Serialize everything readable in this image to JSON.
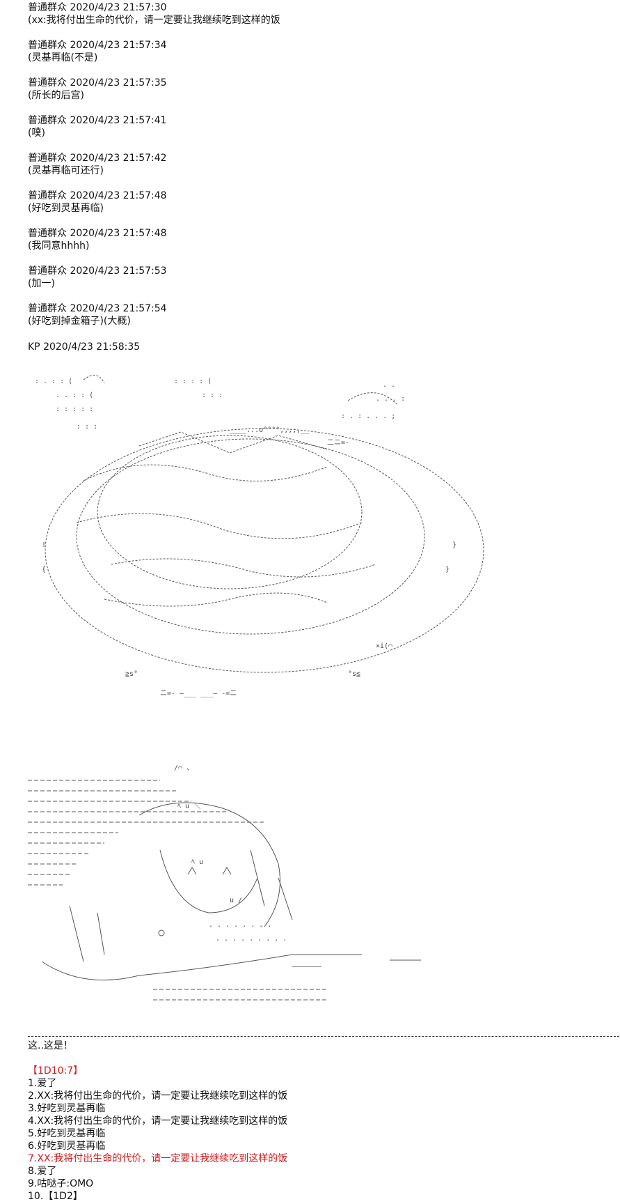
{
  "messages": [
    {
      "header": "普通群众 2020/4/23 21:57:30",
      "body": "(xx:我将付出生命的代价，请一定要让我继续吃到这样的饭"
    },
    {
      "header": "普通群众 2020/4/23 21:57:34",
      "body": "(灵基再临(不是)"
    },
    {
      "header": "普通群众 2020/4/23 21:57:35",
      "body": "(所长的后宫)"
    },
    {
      "header": "普通群众 2020/4/23 21:57:41",
      "body": "(噗)"
    },
    {
      "header": "普通群众 2020/4/23 21:57:42",
      "body": "(灵基再临可还行)"
    },
    {
      "header": "普通群众 2020/4/23 21:57:48",
      "body": "(好吃到灵基再临)"
    },
    {
      "header": "普通群众 2020/4/23 21:57:48",
      "body": "(我同意hhhh)"
    },
    {
      "header": "普通群众 2020/4/23 21:57:53",
      "body": "(加一)"
    },
    {
      "header": "普通群众 2020/4/23 21:57:54",
      "body": "(好吃到掉金箱子)(大概)"
    }
  ],
  "kp_header": "KP 2020/4/23 21:58:35",
  "caption": "这..这是！",
  "dice_roll": "【1D10:7】",
  "options": [
    {
      "text": "1.爱了",
      "highlight": false
    },
    {
      "text": "2.XX:我将付出生命的代价，请一定要让我继续吃到这样的饭",
      "highlight": false
    },
    {
      "text": "3.好吃到灵基再临",
      "highlight": false
    },
    {
      "text": "4.XX:我将付出生命的代价，请一定要让我继续吃到这样的饭",
      "highlight": false
    },
    {
      "text": "5.好吃到灵基再临",
      "highlight": false
    },
    {
      "text": "6.好吃到灵基再临",
      "highlight": false
    },
    {
      "text": "7.XX:我将付出生命的代价，请一定要让我继续吃到这样的饭",
      "highlight": true
    },
    {
      "text": "8.爱了",
      "highlight": false
    },
    {
      "text": "9.咕哒子:OMO",
      "highlight": false
    },
    {
      "text": "10.【1D2】",
      "highlight": false
    }
  ],
  "colors": {
    "text": "#111111",
    "highlight": "#d21a1a",
    "background": "#ffffff"
  }
}
